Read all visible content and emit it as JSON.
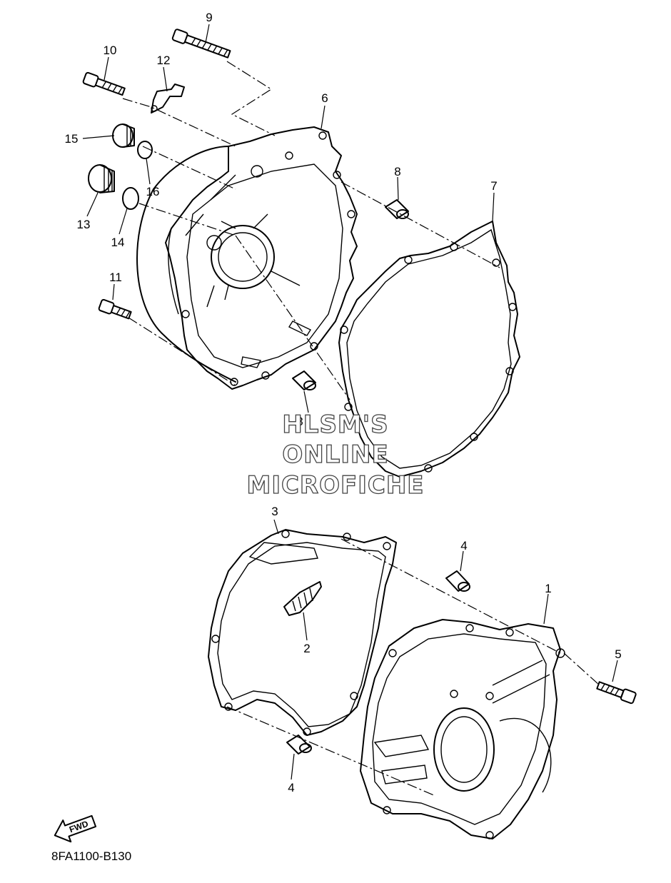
{
  "parts": [
    {
      "num": "1"
    },
    {
      "num": "2"
    },
    {
      "num": "3"
    },
    {
      "num": "4"
    },
    {
      "num": "4"
    },
    {
      "num": "5"
    },
    {
      "num": "6"
    },
    {
      "num": "7"
    },
    {
      "num": "8"
    },
    {
      "num": "8"
    },
    {
      "num": "9"
    },
    {
      "num": "10"
    },
    {
      "num": "11"
    },
    {
      "num": "12"
    },
    {
      "num": "13"
    },
    {
      "num": "14"
    },
    {
      "num": "15"
    },
    {
      "num": "16"
    }
  ],
  "watermark": {
    "line1": "HLSM'S",
    "line2": "ONLINE",
    "line3": "MICROFICHE"
  },
  "fwd_label": "FWD",
  "diagram_code": "8FA1100-B130"
}
